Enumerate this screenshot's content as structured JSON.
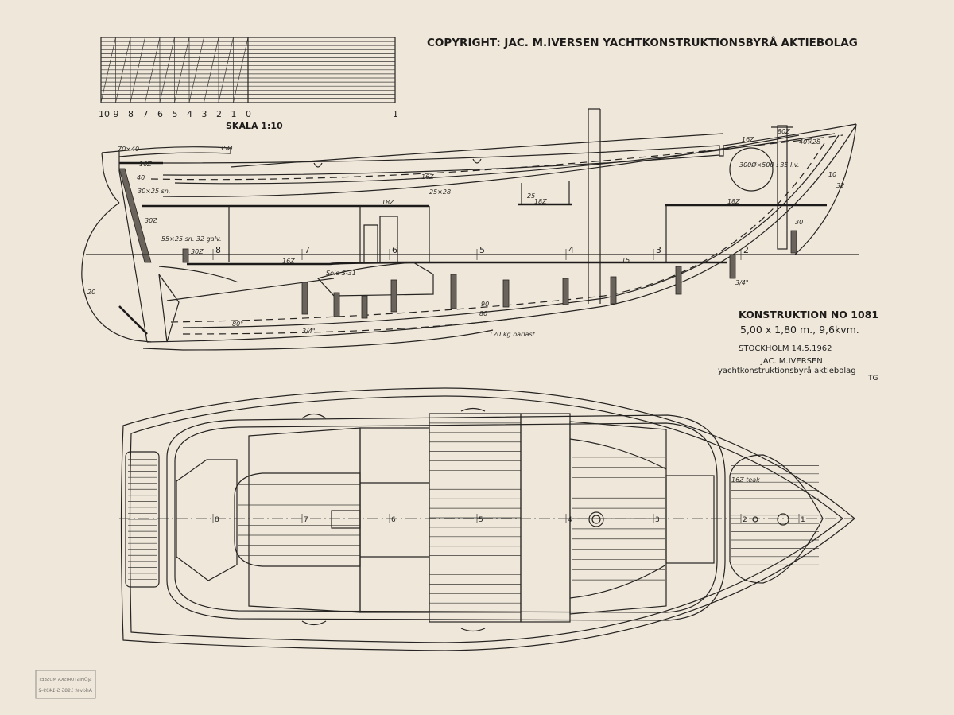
{
  "header": {
    "copyright": "COPYRIGHT:  JAC. M.IVERSEN YACHTKONSTRUKTIONSBYRÅ AKTIEBOLAG"
  },
  "scale_bar": {
    "ticks": [
      "10",
      "9",
      "8",
      "7",
      "6",
      "5",
      "4",
      "3",
      "2",
      "1",
      "0"
    ],
    "end_tick": "1",
    "label": "SKALA 1:10"
  },
  "title_block": {
    "construction": "KONSTRUKTION NO 1081",
    "dimensions": "5,00 x 1,80 m., 9,6kvm.",
    "place_date": "STOCKHOLM 14.5.1962",
    "designer": "JAC. M.IVERSEN",
    "company": "yachtkonstruktionsbyrå aktiebolag",
    "initials": "TG"
  },
  "stations": [
    "8",
    "7",
    "6",
    "5",
    "4",
    "3",
    "2",
    "1"
  ],
  "side_view_labels": {
    "tiller": "70×40",
    "tiller_end": "35Ø",
    "deck_aft": "16Z",
    "stern_40": "40",
    "stringer": "30×25 sn.",
    "transom": "30Z",
    "engine_bed": "55×25 sn. 32 galv.",
    "floor_aft": "30Z",
    "floor": "16Z",
    "coaming": "16Z",
    "sheer_strake": "25×28",
    "thwart": "18Z",
    "thwart_fwd": "18Z",
    "post": "25",
    "engine": "Solo S-31",
    "floor_fwd": "15",
    "tank": "300Ø×500 : 35 l.v.",
    "foredeck": "16Z",
    "deck_beam": "40×28",
    "bitt": "80Z",
    "ballast": "120 kg barlast",
    "frame": "30",
    "frame_spacing": "90",
    "keel": "80",
    "keelson": "3/4\"",
    "rudder": "20",
    "prop_angle": "80°",
    "stem_10": "10",
    "stem_32": "32"
  },
  "plan_view_labels": {
    "foredeck": "16Z teak"
  },
  "stamp": {
    "line1": "SJÖHISTORISKA MUSEET",
    "line2": "Arkivet 1985 S-1439-2"
  }
}
